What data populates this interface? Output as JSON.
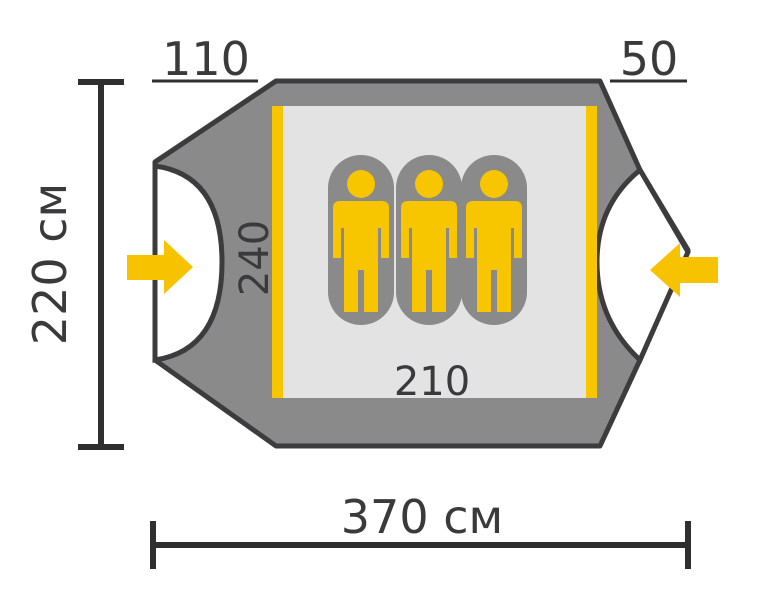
{
  "labels": {
    "vestibule_left": "110",
    "vestibule_right": "50",
    "overall_height": "220 см",
    "overall_length": "370 см",
    "inner_height": "240",
    "inner_width": "210"
  },
  "colors": {
    "outer": "#3c3c3e",
    "fly": "#8a8a8a",
    "inner": "#e3e3e3",
    "accent": "#f7c600",
    "arrow": "#f7c200",
    "text": "#3a3a3c"
  },
  "people_count": 3,
  "icons": [
    "sleeping-bag-icon",
    "person-icon",
    "entrance-arrow-icon"
  ]
}
